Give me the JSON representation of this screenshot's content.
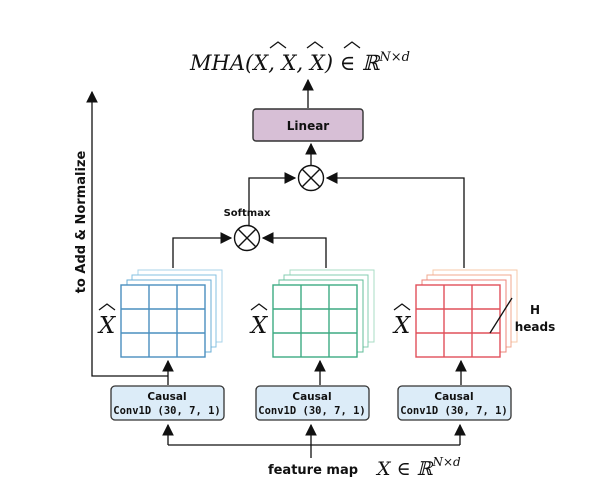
{
  "formula_top": {
    "prefix": "MHA(",
    "x1": "X",
    "comma1": ", ",
    "x2": "X",
    "comma2": ", ",
    "x3": "X",
    "suffix": ") ∈ ℝ",
    "sup": "N×d"
  },
  "formula_bottom": {
    "label": "feature map",
    "math": "X ∈ ℝ",
    "sup": "N×d"
  },
  "linear_label": "Linear",
  "softmax_label": "Softmax",
  "side_label": "to Add & Normalize",
  "heads_label_line1": "H",
  "heads_label_line2": "heads",
  "xhat_symbol": "X",
  "conv_blocks": [
    {
      "line1": "Causal",
      "line2": "Conv1D (30, 7, 1)"
    },
    {
      "line1": "Causal",
      "line2": "Conv1D (30, 7, 1)"
    },
    {
      "line1": "Causal",
      "line2": "Conv1D (30, 7, 1)"
    }
  ],
  "colors": {
    "linear_fill": "#d7bfd6",
    "conv_fill": "#dcecf8",
    "grid_blue": "#4a8fbf",
    "grid_green": "#3daa82",
    "grid_red": "#e0505a",
    "arrow": "#111111"
  }
}
